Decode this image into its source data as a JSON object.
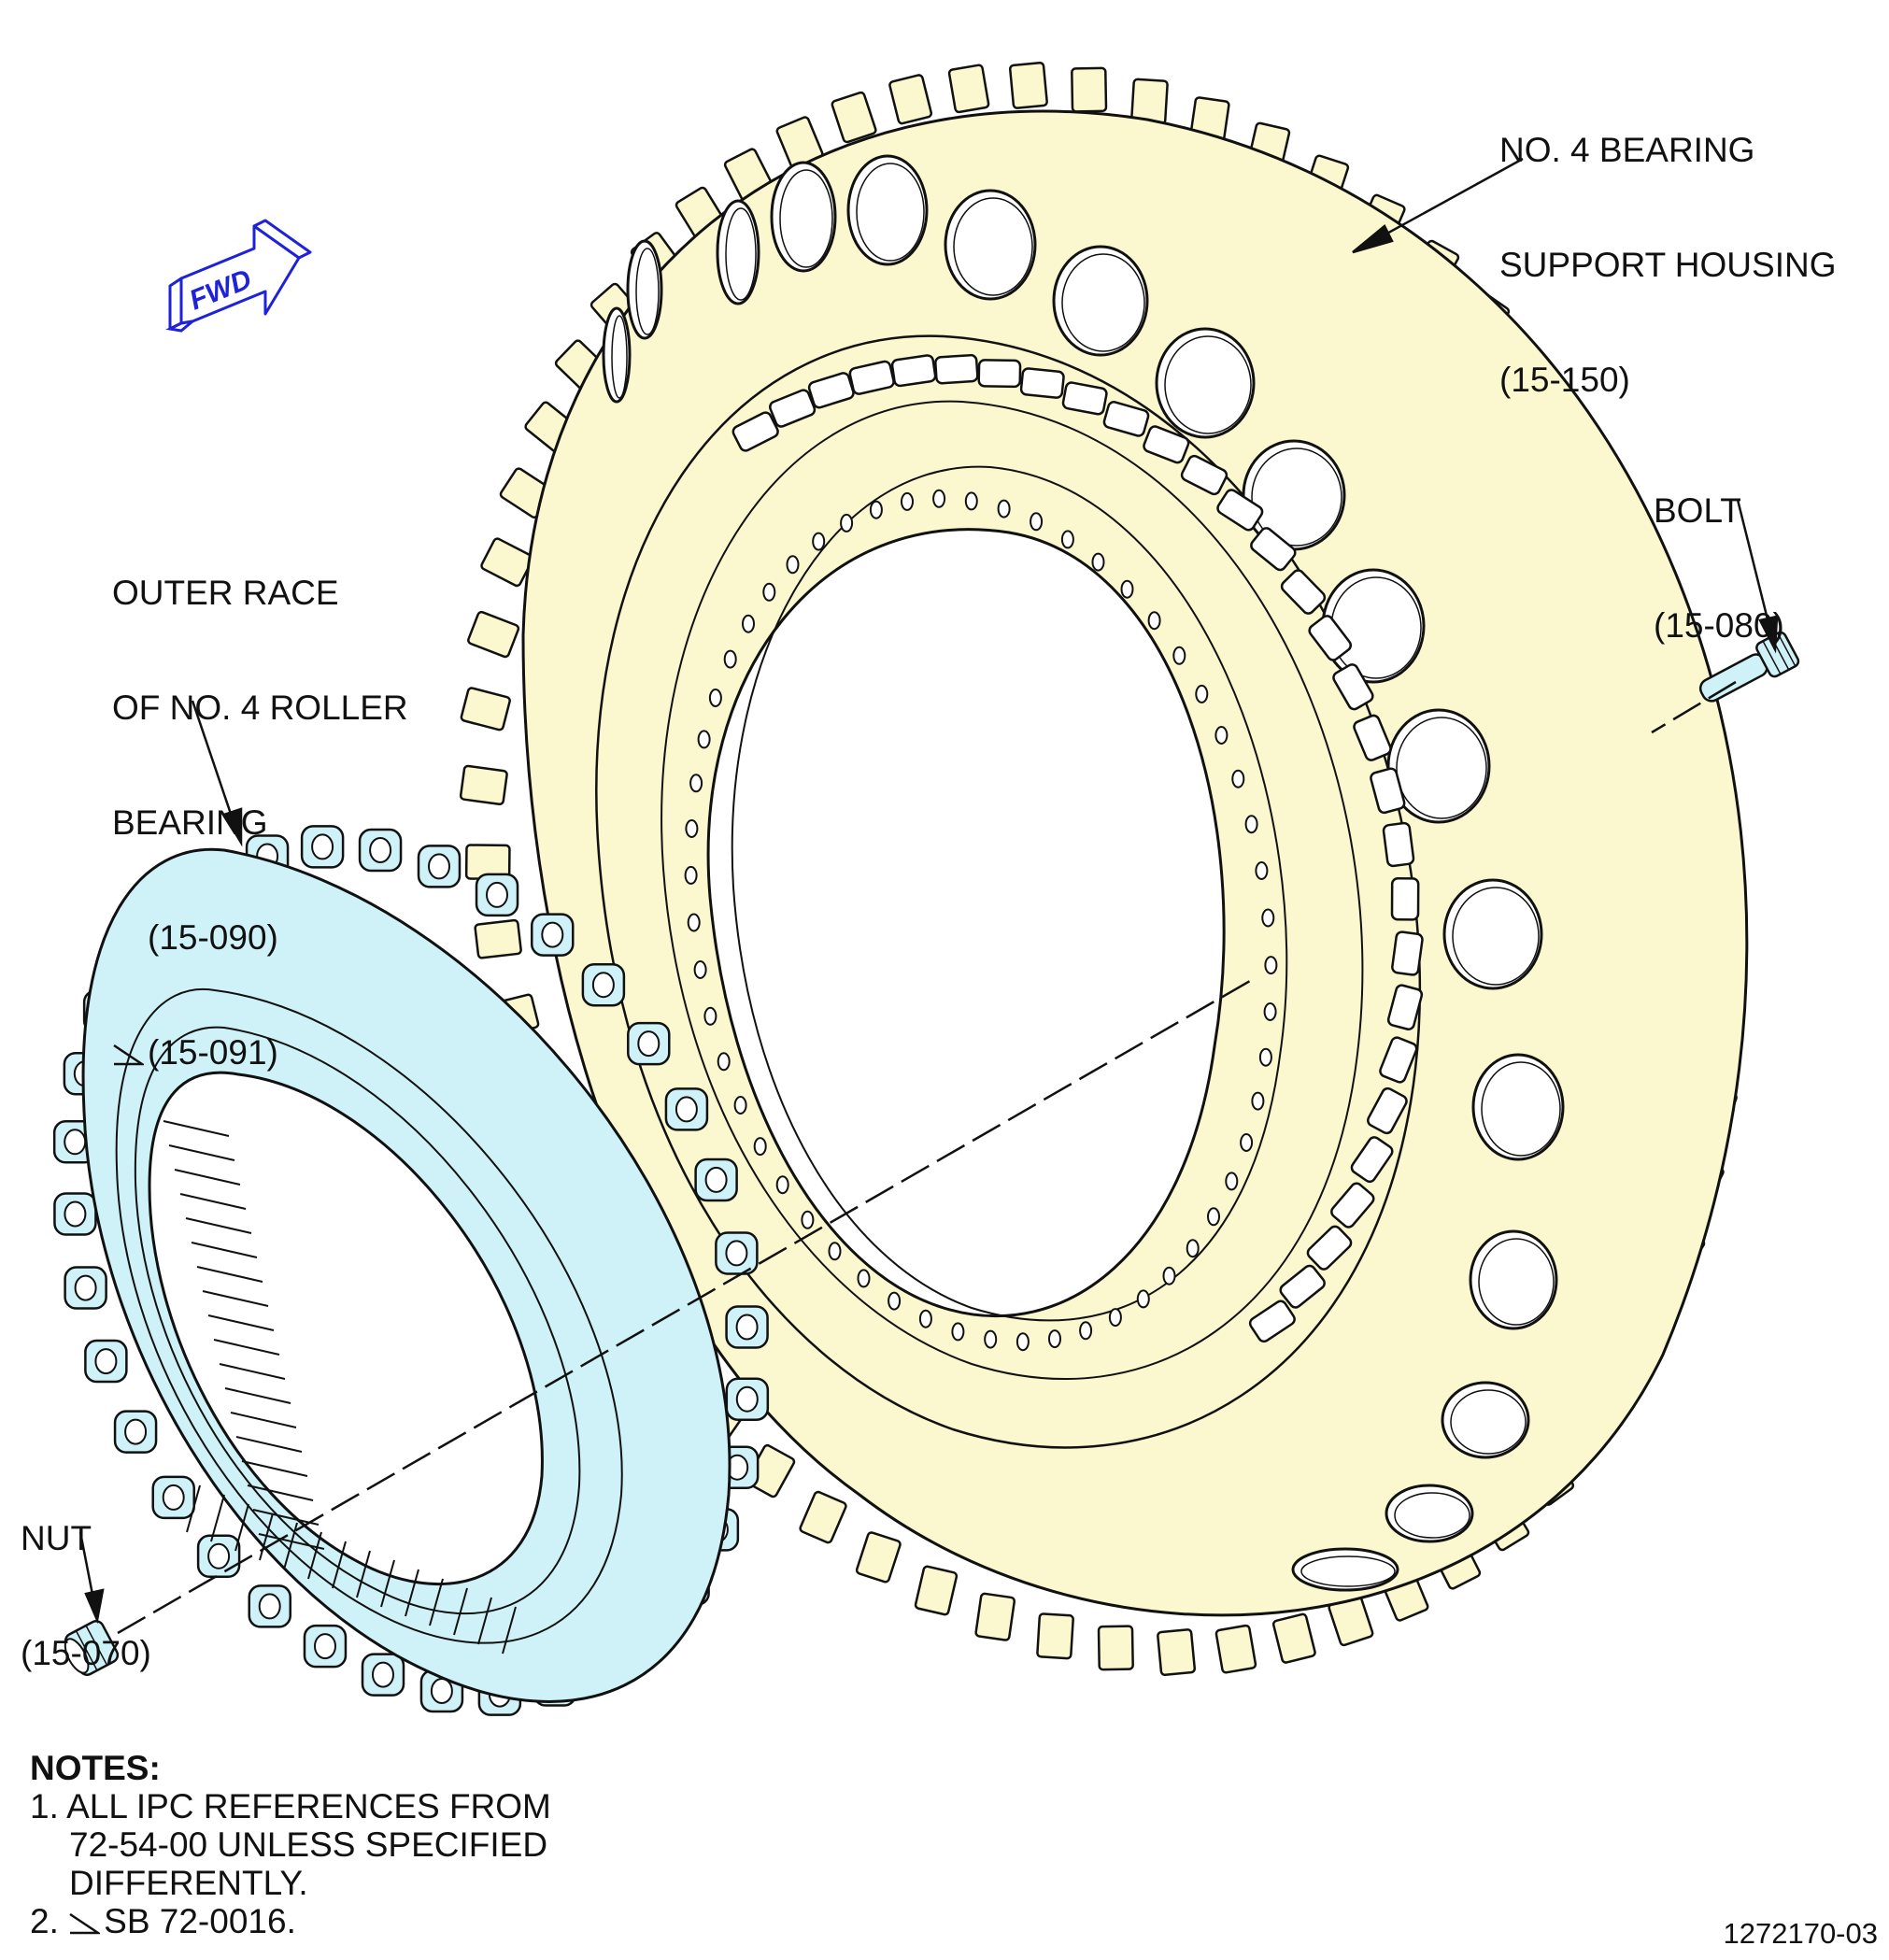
{
  "callouts": {
    "housing": {
      "lines": [
        "NO. 4 BEARING",
        "SUPPORT HOUSING",
        "(15-150)"
      ]
    },
    "bolt": {
      "lines": [
        "BOLT",
        "(15-080)"
      ]
    },
    "outer_race": {
      "lines": [
        "OUTER RACE",
        "OF NO. 4 ROLLER",
        "BEARING",
        "(15-090)",
        "(15-091)"
      ]
    },
    "nut": {
      "lines": [
        "NUT",
        "(15-070)"
      ]
    }
  },
  "fwd_label": "FWD",
  "notes": {
    "heading": "NOTES:",
    "item1": [
      "1. ALL IPC REFERENCES FROM",
      "72-54-00 UNLESS SPECIFIED",
      "DIFFERENTLY."
    ],
    "item2": "SB 72-0016.",
    "item2_prefix": "2."
  },
  "figure_number": "1272170-03",
  "colors": {
    "housing_fill": "#fbf7cf",
    "race_fill": "#cff2f8",
    "fwd_arrow": "#1e22d8",
    "line": "#111111"
  }
}
